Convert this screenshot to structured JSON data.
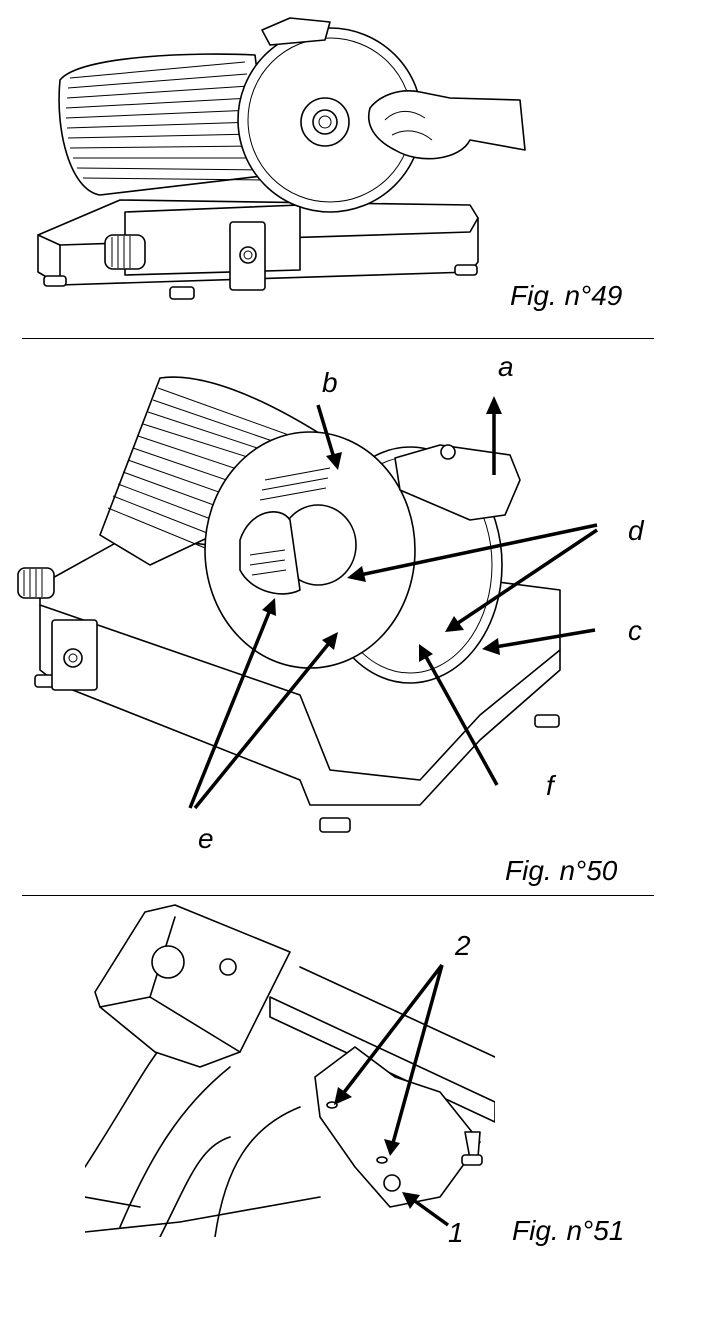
{
  "figures": [
    {
      "caption": "Fig. n°49",
      "labels": []
    },
    {
      "caption": "Fig. n°50",
      "labels": [
        "a",
        "b",
        "c",
        "d",
        "e",
        "f"
      ]
    },
    {
      "caption": "Fig. n°51",
      "labels": [
        "1",
        "2"
      ]
    }
  ]
}
